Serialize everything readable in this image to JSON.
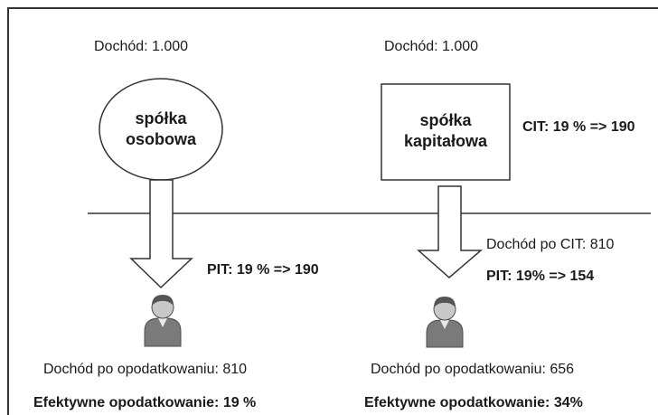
{
  "left": {
    "income": "Dochód: 1.000",
    "entity_line1": "spółka",
    "entity_line2": "osobowa",
    "tax": "PIT: 19 % => 190",
    "after_tax": "Dochód po opodatkowaniu: 810",
    "effective": "Efektywne  opodatkowanie: 19 %"
  },
  "right": {
    "income": "Dochód: 1.000",
    "entity_line1": "spółka",
    "entity_line2": "kapitałowa",
    "cit": "CIT: 19 % => 190",
    "after_cit": "Dochód po CIT: 810",
    "tax": "PIT: 19% => 154",
    "after_tax": "Dochód po  opodatkowaniu: 656",
    "effective": "Efektywne opodatkowanie: 34%"
  },
  "icons": {
    "left_person": "person-icon",
    "right_person": "person-icon",
    "arrow": "down-arrow-icon"
  },
  "colors": {
    "stroke": "#333333",
    "person_fill": "#7a7a7a"
  }
}
